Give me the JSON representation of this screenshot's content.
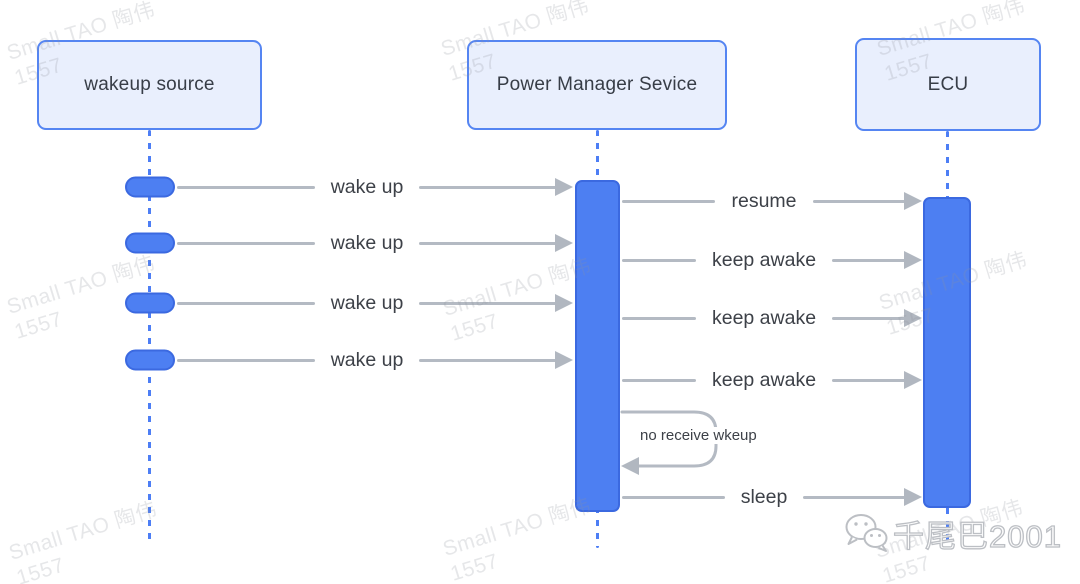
{
  "diagram": {
    "actors": [
      {
        "id": "wakeup-source",
        "label": "wakeup source"
      },
      {
        "id": "power-manager",
        "label": "Power Manager Sevice"
      },
      {
        "id": "ecu",
        "label": "ECU"
      }
    ],
    "messages": [
      {
        "from": "wakeup source",
        "to": "Power Manager Sevice",
        "label": "wake up"
      },
      {
        "from": "wakeup source",
        "to": "Power Manager Sevice",
        "label": "wake up"
      },
      {
        "from": "wakeup source",
        "to": "Power Manager Sevice",
        "label": "wake up"
      },
      {
        "from": "wakeup source",
        "to": "Power Manager Sevice",
        "label": "wake up"
      },
      {
        "from": "Power Manager Sevice",
        "to": "ECU",
        "label": "resume"
      },
      {
        "from": "Power Manager Sevice",
        "to": "ECU",
        "label": "keep awake"
      },
      {
        "from": "Power Manager Sevice",
        "to": "ECU",
        "label": "keep awake"
      },
      {
        "from": "Power Manager Sevice",
        "to": "ECU",
        "label": "keep awake"
      },
      {
        "from": "Power Manager Sevice",
        "to": "Power Manager Sevice",
        "type": "self",
        "label": "no receive wkeup"
      },
      {
        "from": "Power Manager Sevice",
        "to": "ECU",
        "label": "sleep"
      }
    ]
  },
  "watermark": {
    "line1": "Small TAO 陶伟",
    "line2": "1557"
  },
  "credit": {
    "label": "千尾巴2001",
    "icon": "wechat-icon"
  },
  "colors": {
    "actor_fill": "#e9effd",
    "actor_border": "#5585f2",
    "activation_fill": "#4d7ff2",
    "activation_border": "#3b69e0",
    "lifeline": "#4d7ef5",
    "arrow": "#b4bac3",
    "label_text": "#3d4148",
    "watermark_text": "#e6e7e9"
  }
}
